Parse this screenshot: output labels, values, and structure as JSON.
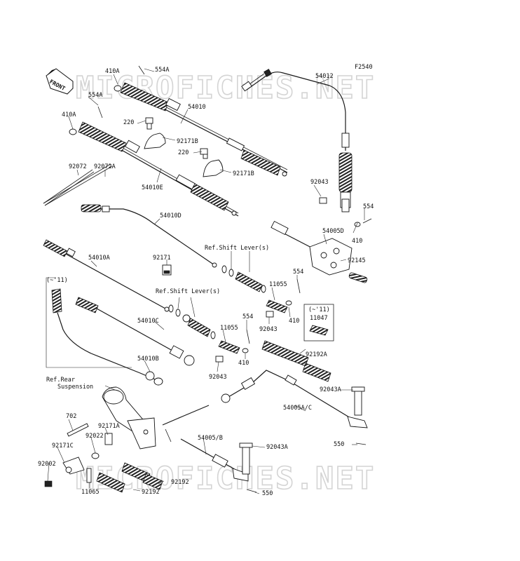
{
  "figure_code": "F2540",
  "front_label": "FRONT",
  "watermark": "MICROFICHES.NET",
  "labels": [
    {
      "id": "554A-top",
      "text": "554A"
    },
    {
      "id": "410A-top",
      "text": "410A"
    },
    {
      "id": "554A-mid",
      "text": "554A"
    },
    {
      "id": "410A-mid",
      "text": "410A"
    },
    {
      "id": "54012",
      "text": "54012"
    },
    {
      "id": "54010",
      "text": "54010"
    },
    {
      "id": "220-a",
      "text": "220"
    },
    {
      "id": "92171B-a",
      "text": "92171B"
    },
    {
      "id": "220-b",
      "text": "220"
    },
    {
      "id": "92171B-b",
      "text": "92171B"
    },
    {
      "id": "92072",
      "text": "92072"
    },
    {
      "id": "92072A",
      "text": "92072A"
    },
    {
      "id": "54010E",
      "text": "54010E"
    },
    {
      "id": "92043-top",
      "text": "92043"
    },
    {
      "id": "554-top",
      "text": "554"
    },
    {
      "id": "54010D",
      "text": "54010D"
    },
    {
      "id": "54005D",
      "text": "54005D"
    },
    {
      "id": "410-top",
      "text": "410"
    },
    {
      "id": "ref-shift-1",
      "text": "Ref.Shift Lever(s)"
    },
    {
      "id": "92171",
      "text": "92171"
    },
    {
      "id": "54010A",
      "text": "54010A"
    },
    {
      "id": "92145",
      "text": "92145"
    },
    {
      "id": "554-mid",
      "text": "554"
    },
    {
      "id": "11055-a",
      "text": "11055"
    },
    {
      "id": "ref-shift-2",
      "text": "Ref.Shift Lever(s)"
    },
    {
      "id": "paren-11-a",
      "text": "(~'11)"
    },
    {
      "id": "410-mid",
      "text": "410"
    },
    {
      "id": "paren-11-b",
      "text": "(~'11)"
    },
    {
      "id": "11047",
      "text": "11047"
    },
    {
      "id": "92043-mid",
      "text": "92043"
    },
    {
      "id": "554-low",
      "text": "554"
    },
    {
      "id": "54010C",
      "text": "54010C"
    },
    {
      "id": "11055-b",
      "text": "11055"
    },
    {
      "id": "410-low",
      "text": "410"
    },
    {
      "id": "92192A",
      "text": "92192A"
    },
    {
      "id": "54010B",
      "text": "54010B"
    },
    {
      "id": "92043-low",
      "text": "92043"
    },
    {
      "id": "ref-rear-1",
      "text": "Ref.Rear"
    },
    {
      "id": "ref-rear-2",
      "text": "Suspension"
    },
    {
      "id": "92043A-a",
      "text": "92043A"
    },
    {
      "id": "54005AC",
      "text": "54005A/C"
    },
    {
      "id": "702",
      "text": "702"
    },
    {
      "id": "92171A",
      "text": "92171A"
    },
    {
      "id": "92022",
      "text": "92022"
    },
    {
      "id": "54005B",
      "text": "54005/B"
    },
    {
      "id": "92171C",
      "text": "92171C"
    },
    {
      "id": "550-a",
      "text": "550"
    },
    {
      "id": "92043A-b",
      "text": "92043A"
    },
    {
      "id": "92002",
      "text": "92002"
    },
    {
      "id": "92192-a",
      "text": "92192"
    },
    {
      "id": "92192-b",
      "text": "92192"
    },
    {
      "id": "11065",
      "text": "11065"
    },
    {
      "id": "550-b",
      "text": "550"
    }
  ]
}
